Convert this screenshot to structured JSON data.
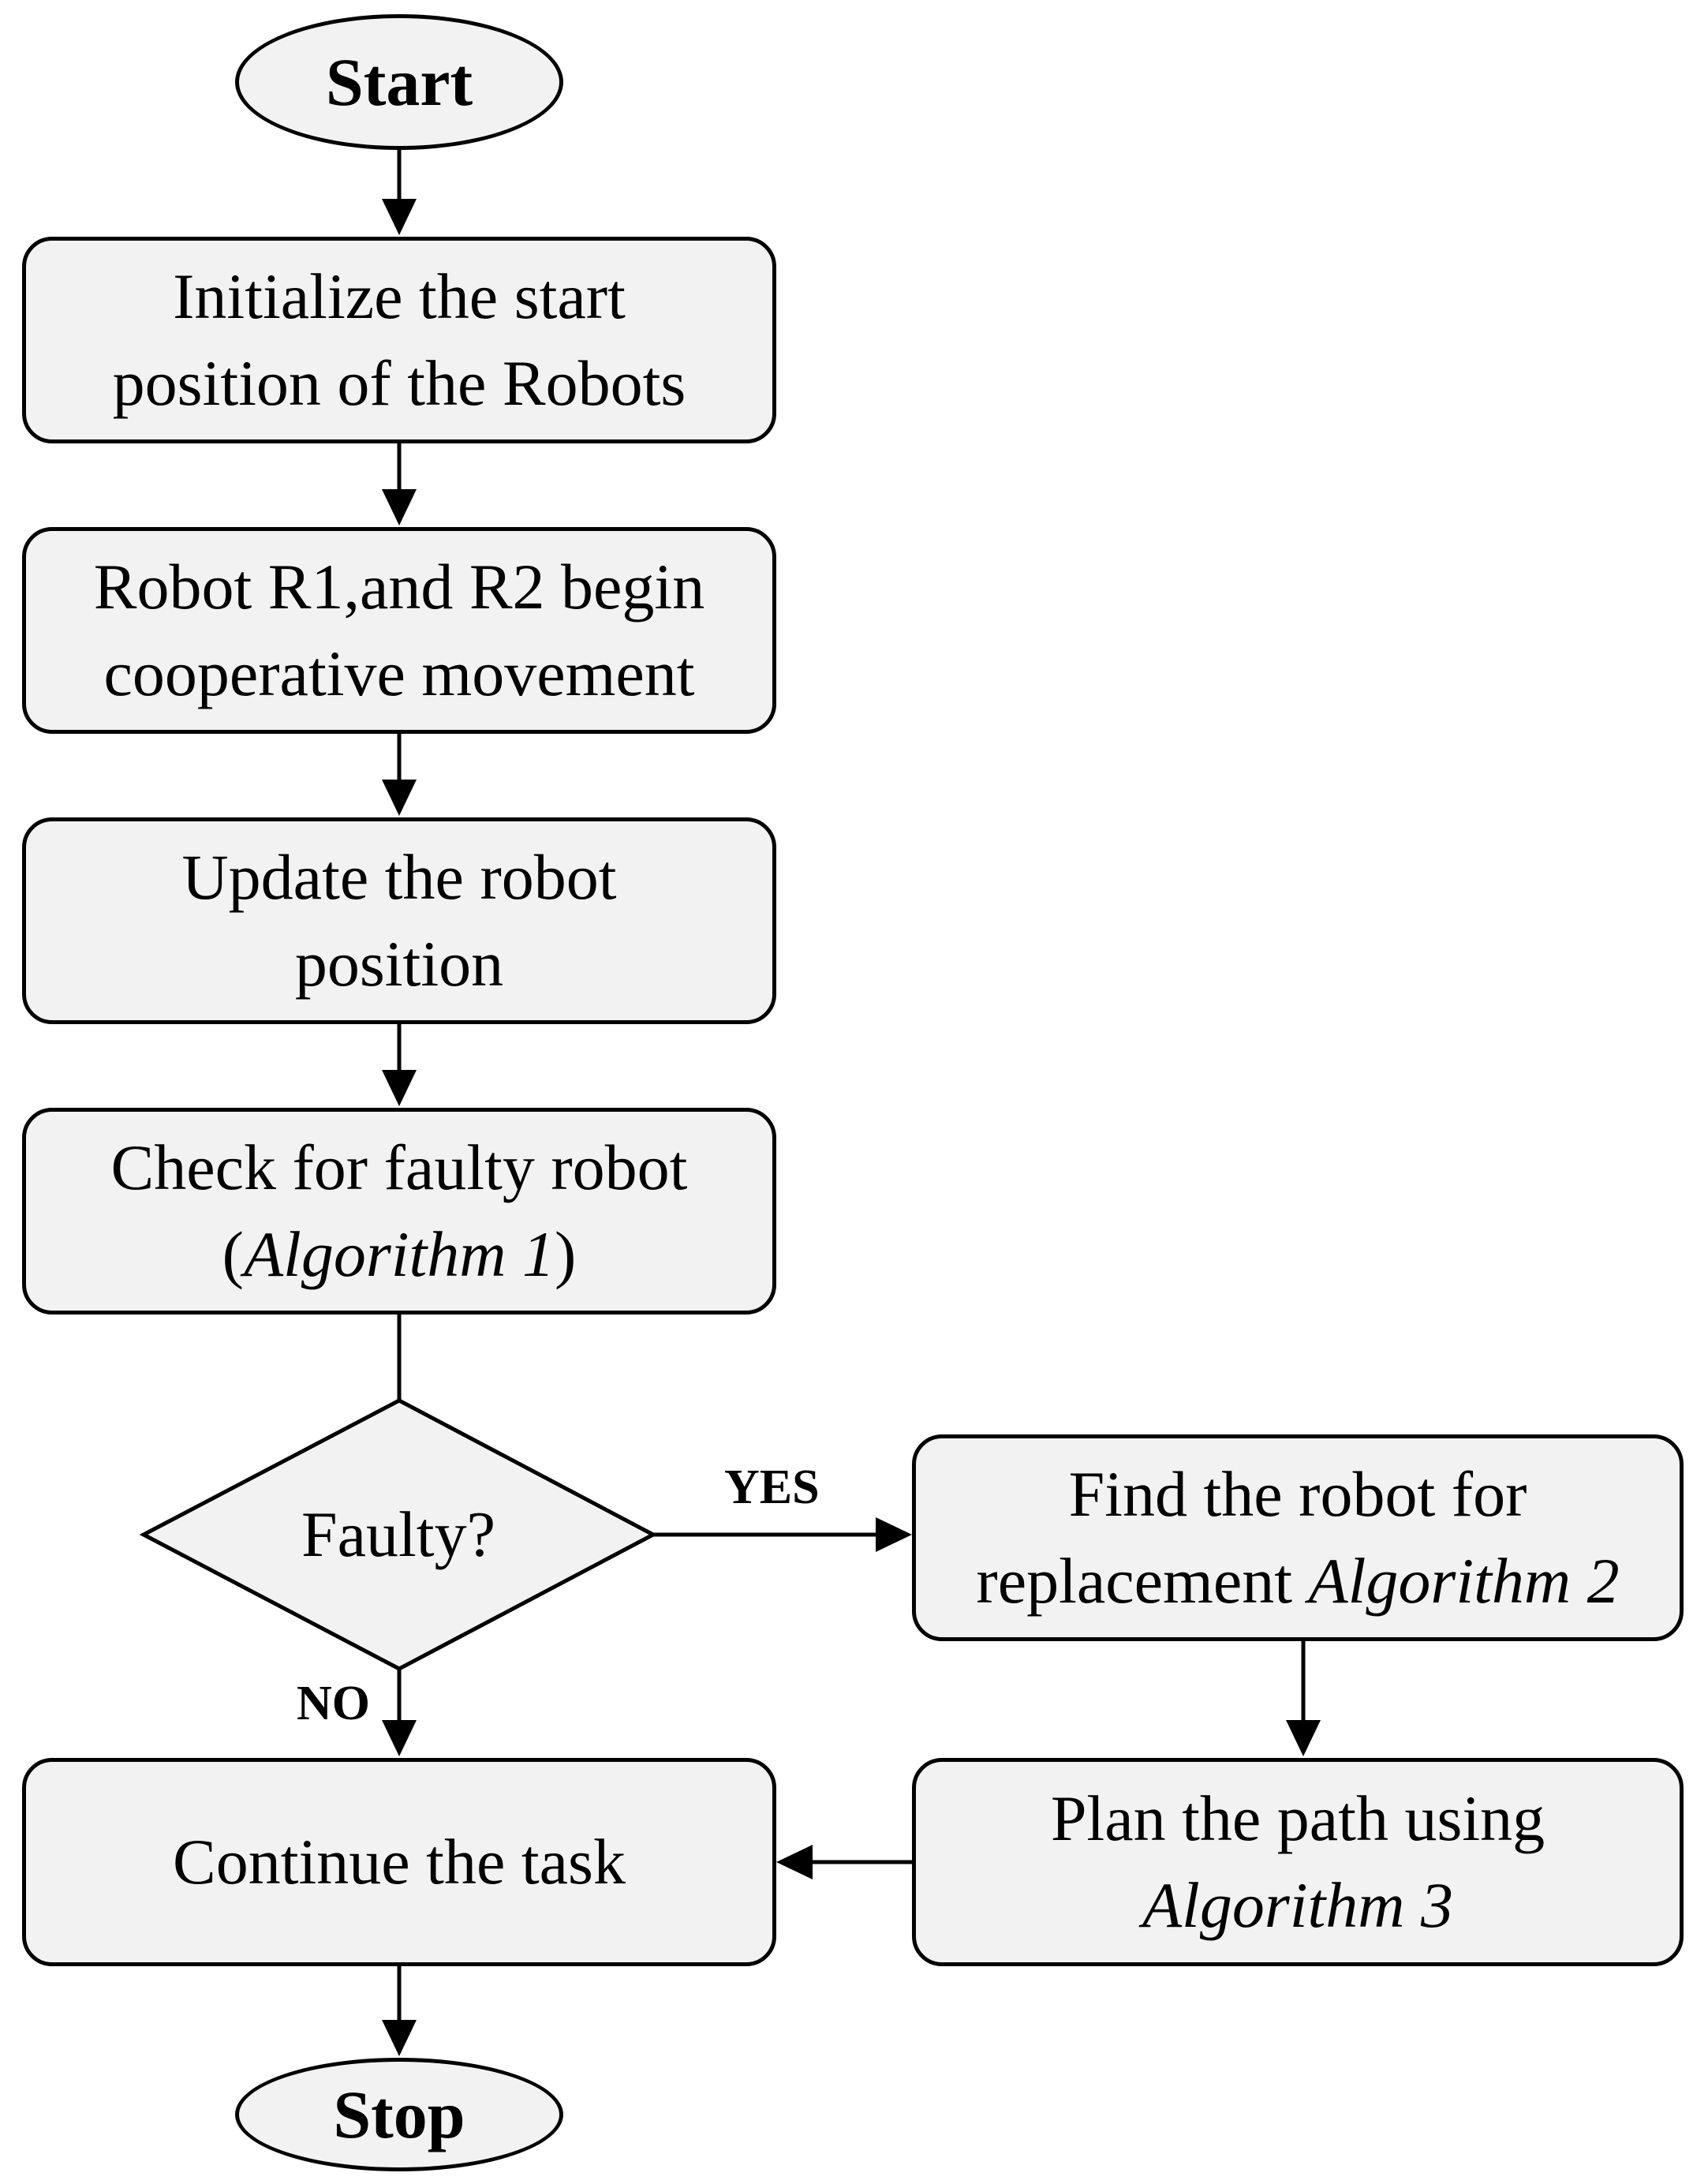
{
  "diagram": {
    "nodes": {
      "start": {
        "label": "Start"
      },
      "init": {
        "line1": "Initialize the start",
        "line2": "position of the Robots"
      },
      "begin": {
        "line1": "Robot R1,and R2 begin",
        "line2": "cooperative movement"
      },
      "update": {
        "line1": "Update the robot",
        "line2": "position"
      },
      "check": {
        "line1": "Check for faulty robot",
        "line2_open": "(",
        "line2_italic": "Algorithm 1",
        "line2_close": ")"
      },
      "decision": {
        "label": "Faulty?"
      },
      "find": {
        "line1": "Find the robot for",
        "line2_plain": "replacement ",
        "line2_italic": "Algorithm 2"
      },
      "plan": {
        "line1": "Plan the path using",
        "line2_italic": "Algorithm 3"
      },
      "continue": {
        "label": "Continue the task"
      },
      "stop": {
        "label": "Stop"
      }
    },
    "edges": {
      "yes_label": "YES",
      "no_label": "NO"
    },
    "colors": {
      "box_fill": "#f2f2f2",
      "stroke": "#000000",
      "background": "#ffffff"
    }
  }
}
